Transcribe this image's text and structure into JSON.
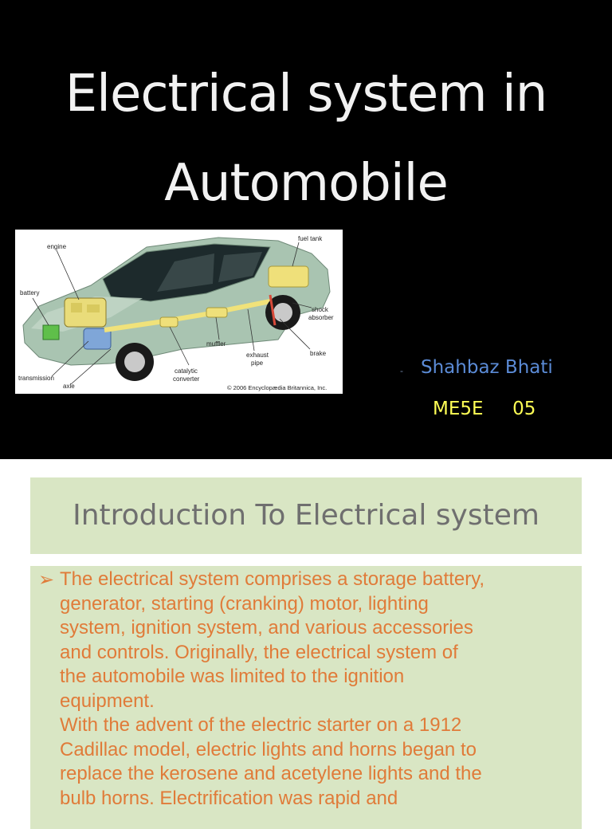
{
  "slide1": {
    "title_line1": "Electrical system in",
    "title_line2": "Automobile",
    "author_dash": "-",
    "author": "Shahbaz Bhati",
    "code": "ME5E     05",
    "figure_labels": {
      "engine": "engine",
      "battery": "battery",
      "fuel_tank": "fuel tank",
      "shock_absorber_1": "shock",
      "shock_absorber_2": "absorber",
      "muffler": "muffler",
      "exhaust_pipe_1": "exhaust",
      "exhaust_pipe_2": "pipe",
      "brake": "brake",
      "catalytic_converter_1": "catalytic",
      "catalytic_converter_2": "converter",
      "transmission": "transmission",
      "axle": "axle",
      "copyright": "© 2006 Encyclopædia Britannica, Inc."
    }
  },
  "slide2": {
    "heading": "Introduction To Electrical system",
    "bullet_symbol": "➢",
    "body_lines": [
      "The electrical system comprises a storage battery,",
      "generator, starting (cranking) motor, lighting",
      "system, ignition system, and various accessories",
      "and controls. Originally, the electrical system of",
      "the automobile was limited to the ignition",
      "equipment.",
      "With the advent of the electric starter on a 1912",
      "Cadillac model, electric lights and horns began to",
      "replace the kerosene and acetylene lights and the",
      "bulb horns. Electrification was rapid and"
    ]
  },
  "colors": {
    "slide1_background": "#000000",
    "title_text": "#f2f2f2",
    "author_text": "#5b8bd6",
    "code_text": "#ffff55",
    "box_fill": "#d9e6c4",
    "heading_text": "#6f6f6f",
    "body_text": "#e07b39"
  }
}
